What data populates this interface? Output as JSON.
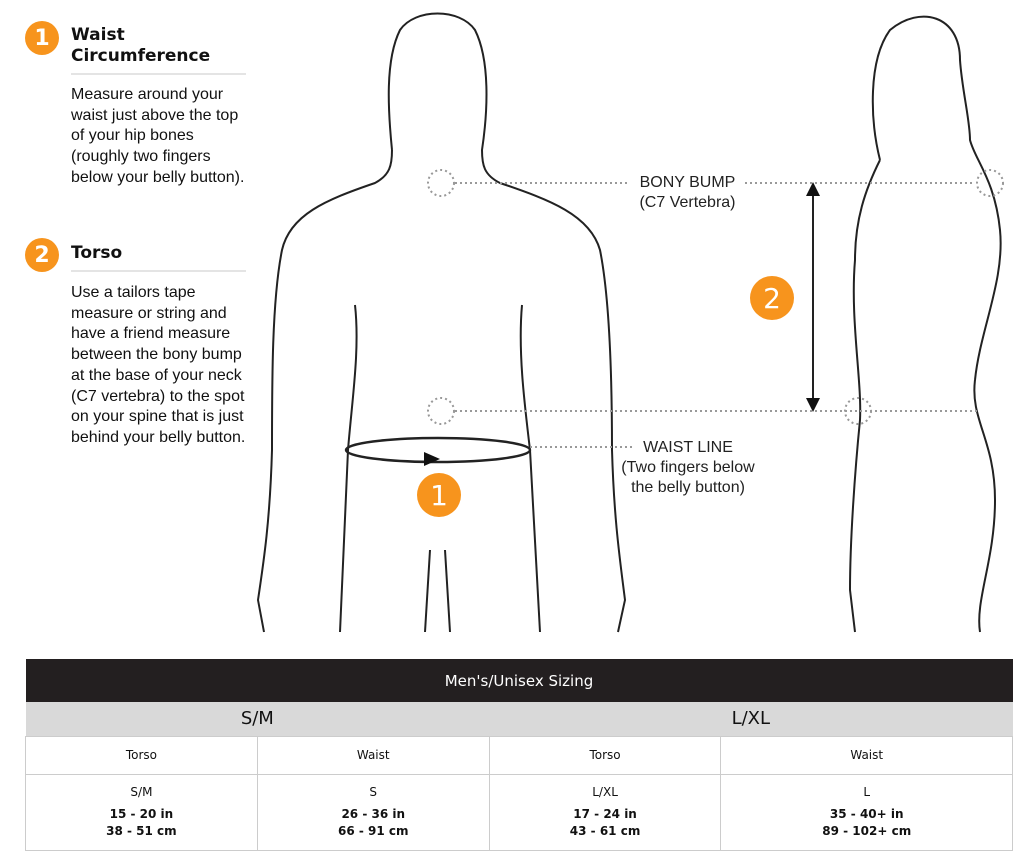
{
  "steps": [
    {
      "number": "1",
      "title": "Waist Circumference",
      "text": "Measure around your waist just above the top of your hip bones (roughly two fingers below your belly button)."
    },
    {
      "number": "2",
      "title": "Torso",
      "text": "Use a tailors tape measure or string and have a friend measure between the bony bump at the base of your neck (C7 vertebra) to the spot on your spine that is just behind your belly button."
    }
  ],
  "diagram": {
    "bony_bump": "BONY BUMP",
    "bony_bump_sub": "(C7 Vertebra)",
    "waist_line": "WAIST LINE",
    "waist_line_sub": "(Two fingers below the belly button)",
    "marker1": "1",
    "marker2": "2",
    "accent": "#F7941D"
  },
  "table": {
    "title": "Men's/Unisex Sizing",
    "groups": [
      "S/M",
      "L/XL"
    ],
    "headers": [
      "Torso",
      "Waist",
      "Torso",
      "Waist"
    ],
    "cells": [
      {
        "size": "S/M",
        "in": "15 - 20 in",
        "cm": "38 - 51 cm"
      },
      {
        "size": "S",
        "in": "26 - 36 in",
        "cm": "66 - 91 cm"
      },
      {
        "size": "L/XL",
        "in": "17 - 24 in",
        "cm": "43 - 61 cm"
      },
      {
        "size": "L",
        "in": "35 - 40+ in",
        "cm": "89 - 102+ cm"
      }
    ]
  }
}
